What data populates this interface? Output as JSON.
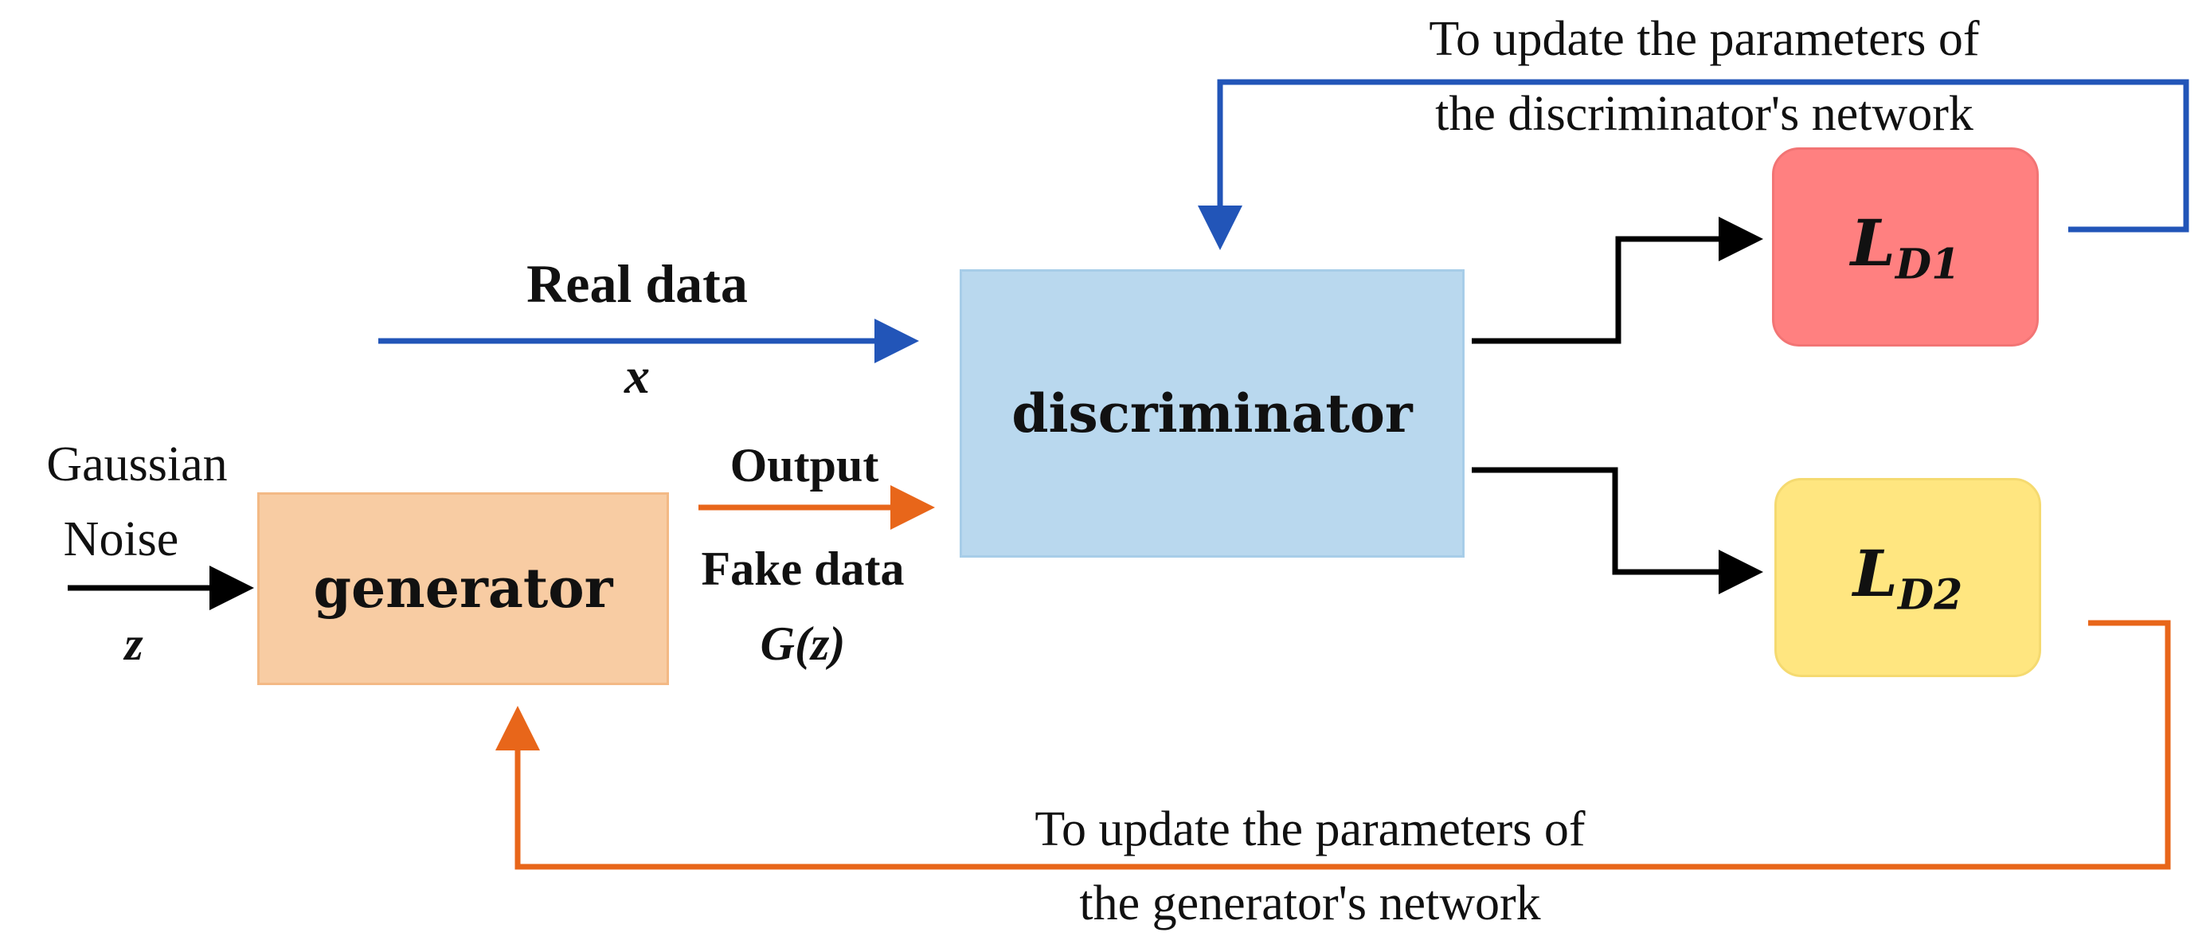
{
  "blocks": {
    "generator": "generator",
    "discriminator": "discriminator"
  },
  "losses": {
    "ld1": {
      "main": "L",
      "sub": "D1"
    },
    "ld2": {
      "main": "L",
      "sub": "D2"
    }
  },
  "labels": {
    "real_data": "Real data",
    "real_symbol": "x",
    "noise_line1": "Gaussian",
    "noise_line2": "Noise",
    "noise_symbol": "z",
    "output": "Output",
    "fake_data": "Fake data",
    "fake_symbol": "G(z)",
    "disc_update_line1": "To update the parameters of",
    "disc_update_line2": "the discriminator's network",
    "gen_update_line1": "To update the parameters of",
    "gen_update_line2": "the generator's network"
  },
  "colors": {
    "blue": "#2255b8",
    "orange": "#e8661a",
    "black": "#000000",
    "generator_fill": "#f8cca3",
    "discriminator_fill": "#b9d8ee",
    "ld1_fill": "#ff8080",
    "ld2_fill": "#ffe680"
  }
}
